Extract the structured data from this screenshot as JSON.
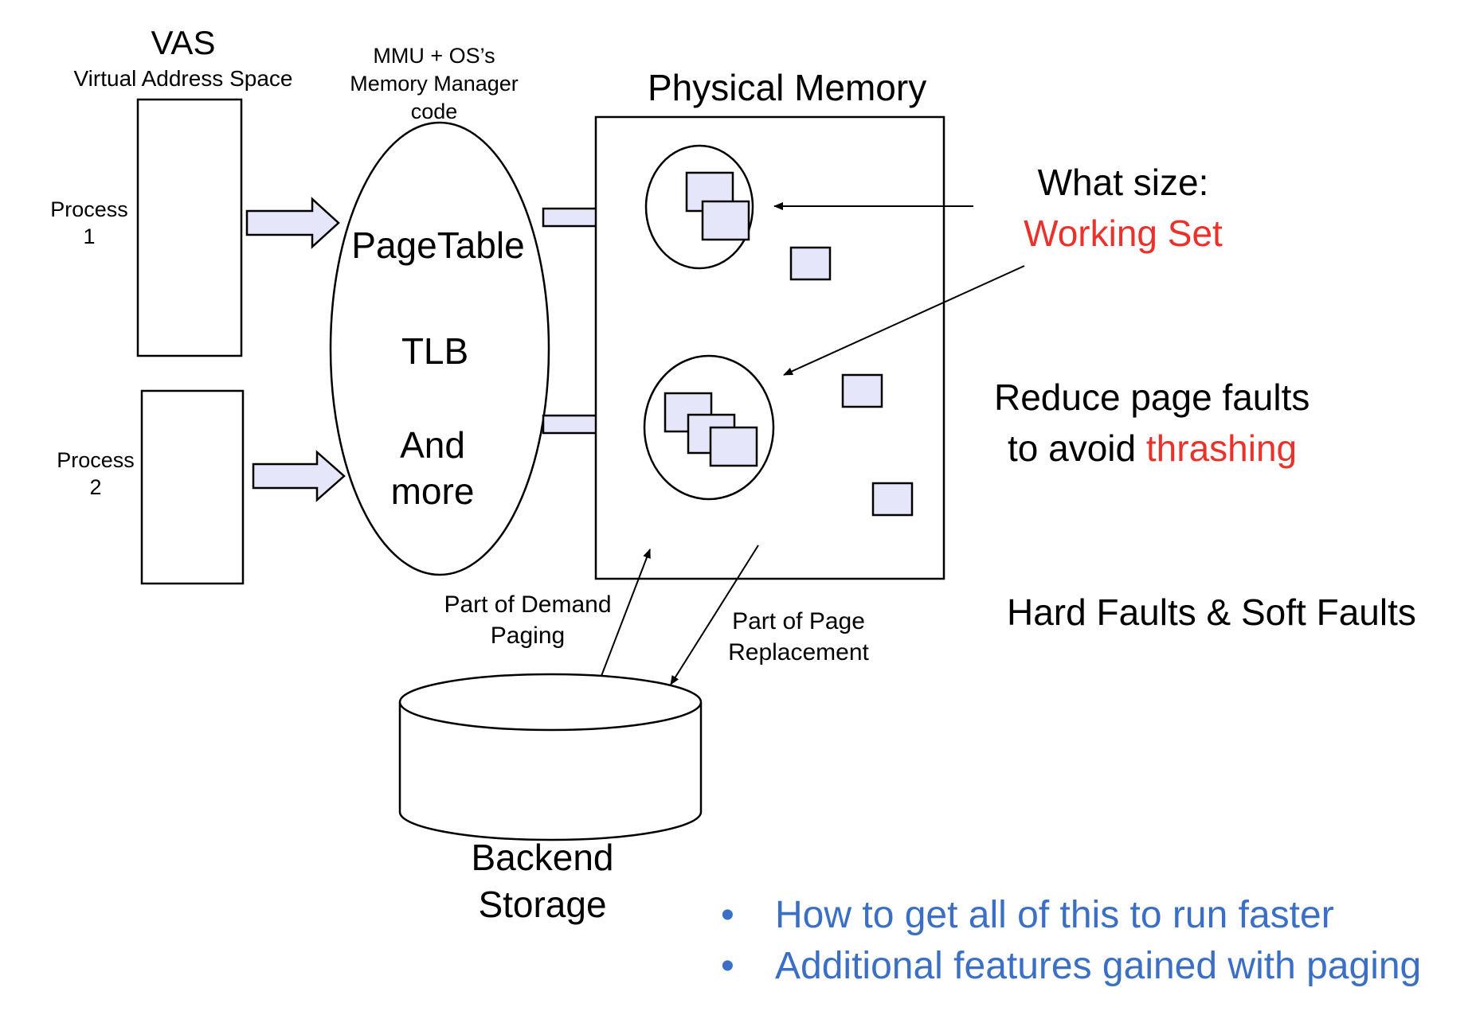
{
  "vas": {
    "title": "VAS",
    "subtitle": "Virtual Address Space",
    "process1_label": "Process\n1",
    "process2_label": "Process\n2"
  },
  "mmu": {
    "caption": "MMU + OS’s\nMemory Manager\ncode",
    "items": [
      "PageTable",
      "TLB",
      "And\nmore"
    ]
  },
  "physical_memory": {
    "title": "Physical Memory"
  },
  "working_set": {
    "question": "What size:",
    "answer": "Working Set"
  },
  "faults": {
    "reduce_line1": "Reduce page faults",
    "reduce_prefix": "to avoid ",
    "reduce_highlight": "thrashing",
    "hard_soft": "Hard Faults & Soft Faults"
  },
  "paging": {
    "demand": "Part of Demand\nPaging",
    "replacement": "Part of Page\nReplacement"
  },
  "storage": {
    "label": "Backend\nStorage"
  },
  "bullets": [
    "How to get all of this to run faster",
    "Additional features gained with paging"
  ],
  "colors": {
    "highlight_red": "#e8322b",
    "bullet_blue": "#3a6fc4",
    "page_fill": "#e6e6fa",
    "line": "#000000"
  }
}
